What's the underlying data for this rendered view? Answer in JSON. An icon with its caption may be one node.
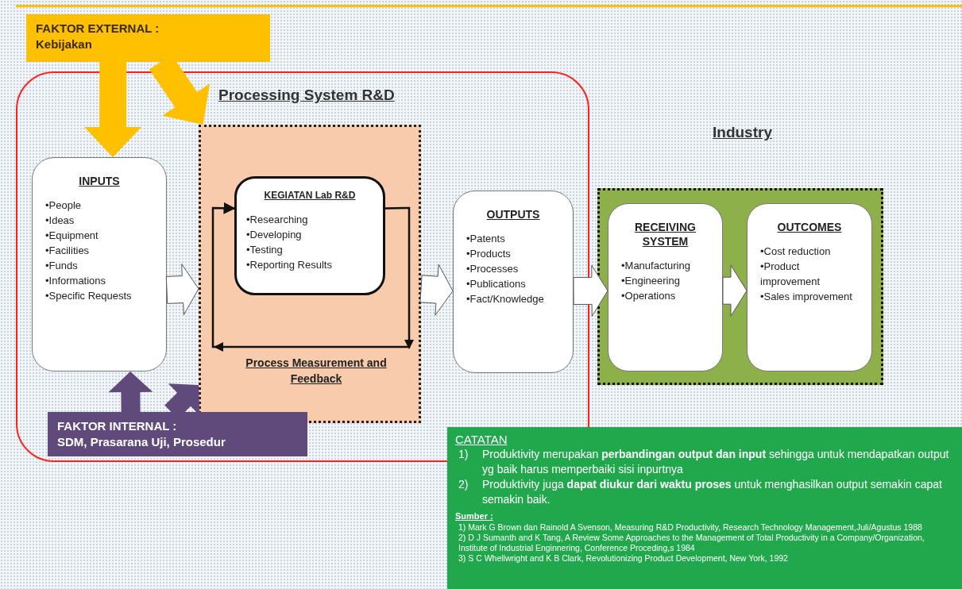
{
  "diagram": {
    "nodes": [
      {
        "text": [
          "FAKTOR EXTERNAL :",
          "Kebijakan"
        ]
      },
      {
        "text": [
          "Processing System R&D"
        ]
      },
      {
        "text": [
          "INPUTS",
          "•People",
          "•Ideas",
          "•Equipment",
          "•Facilities",
          "•Funds",
          "•Informations",
          "•Specific Requests"
        ],
        "in": 1
      },
      {
        "text": [
          "Process Measurement and Feedback"
        ],
        "in": 1
      },
      {
        "text": [
          "KEGIATAN Lab R&D",
          "•Researching",
          "•Developing",
          "•Testing",
          "•Reporting Results"
        ],
        "in": 3
      },
      {
        "text": [
          "OUTPUTS",
          "•Patents",
          "•Products",
          "•Processes",
          "•Publications",
          "•Fact/Knowledge"
        ],
        "in": 1
      },
      {
        "text": [
          "Industry"
        ]
      },
      {
        "text": [
          "RECEIVING SYSTEM",
          "•Manufacturing",
          "•Engineering",
          "•Operations"
        ],
        "in": 6
      },
      {
        "text": [
          "OUTCOMES",
          "•Cost reduction",
          "•Product improvement",
          "•Sales improvement"
        ],
        "in": 6
      },
      {
        "text": [
          "FAKTOR INTERNAL :",
          "SDM, Prasarana Uji, Prosedur"
        ],
        "in": 1
      },
      {
        "text": [
          "CATATAN",
          "1)",
          "Produktivity merupakan **perbandingan output dan input** sehingga untuk mendapatkan output yg baik harus memperbaiki sisi inpurtnya",
          "2)",
          "Produktivity juga **dapat  diukur dari waktu proses** untuk menghasilkan output semakin capat semakin baik.",
          "Sumber :",
          "1) Mark G Brown dan Rainold A Svenson, Measuring R&D Productivity, Research Technology Management,Juli/Agustus 1988",
          "2) D J Sumanth and K Tang, A Review Some  Approaches to the Management  of Total Productivity in a Company/Organization, Institute  of Industrial Enginnering, Conference Proceding,s 1984",
          "3) S C Whellwright and  K B Clark, Revolutionizing Product Development, New York, 1992"
        ]
      }
    ],
    "edges": [
      {
        "from": 0,
        "to": 2,
        "arrow": "to",
        "style": "thick",
        "color": "#ffc000"
      },
      {
        "from": 0,
        "to": 3,
        "arrow": "to",
        "style": "thick",
        "color": "#ffc000"
      },
      {
        "from": 2,
        "to": 3,
        "arrow": "to",
        "style": "thick"
      },
      {
        "from": 3,
        "to": 5,
        "arrow": "to",
        "style": "thick"
      },
      {
        "from": 5,
        "to": 7,
        "arrow": "to",
        "style": "thick"
      },
      {
        "from": 7,
        "to": 8,
        "arrow": "to",
        "style": "thick"
      },
      {
        "from": 4,
        "to": 4,
        "arrow": "to"
      },
      {
        "from": 9,
        "to": 2,
        "arrow": "to",
        "style": "thick",
        "color": "#604a7b"
      },
      {
        "from": 9,
        "to": 3,
        "arrow": "to",
        "style": "thick",
        "color": "#604a7b"
      }
    ]
  }
}
